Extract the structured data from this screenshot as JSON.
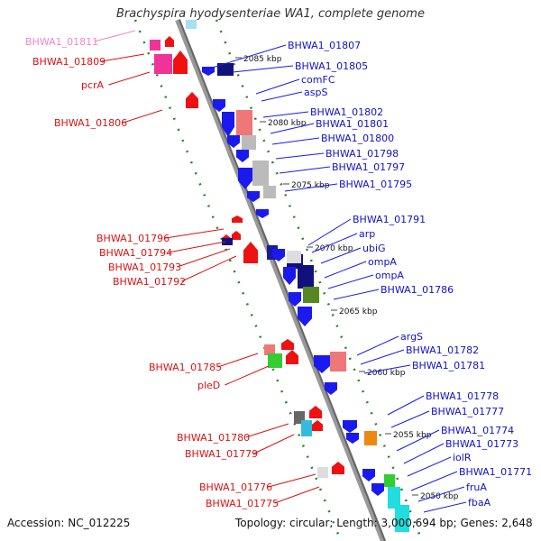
{
  "title": "Brachyspira hyodysenteriae WA1, complete genome",
  "accession": "Accession: NC_012225",
  "topology": "Topology: circular; Length: 3,000,694 bp; Genes: 2,648",
  "colors": {
    "forward": "#ee1111",
    "reverse": "#1a1aee",
    "forward_faint": "#ee88cc",
    "backbone": "#888888"
  },
  "kbp_marks": [
    "2085 kbp",
    "2080 kbp",
    "2075 kbp",
    "2070 kbp",
    "2065 kbp",
    "2060 kbp",
    "2055 kbp",
    "2050 kbp"
  ],
  "left_labels": [
    {
      "text": "BHWA1_01811",
      "color": "#ee88cc"
    },
    {
      "text": "BHWA1_01809",
      "color": "#dd1111"
    },
    {
      "text": "pcrA",
      "color": "#dd1111"
    },
    {
      "text": "BHWA1_01806",
      "color": "#dd1111"
    },
    {
      "text": "BHWA1_01796",
      "color": "#dd1111"
    },
    {
      "text": "BHWA1_01794",
      "color": "#dd1111"
    },
    {
      "text": "BHWA1_01793",
      "color": "#dd1111"
    },
    {
      "text": "BHWA1_01792",
      "color": "#dd1111"
    },
    {
      "text": "BHWA1_01785",
      "color": "#dd1111"
    },
    {
      "text": "pleD",
      "color": "#dd1111"
    },
    {
      "text": "BHWA1_01780",
      "color": "#dd1111"
    },
    {
      "text": "BHWA1_01779",
      "color": "#dd1111"
    },
    {
      "text": "BHWA1_01776",
      "color": "#dd1111"
    },
    {
      "text": "BHWA1_01775",
      "color": "#dd1111"
    }
  ],
  "right_labels": [
    "BHWA1_01807",
    "BHWA1_01805",
    "comFC",
    "aspS",
    "BHWA1_01802",
    "BHWA1_01801",
    "BHWA1_01800",
    "BHWA1_01798",
    "BHWA1_01797",
    "BHWA1_01795",
    "BHWA1_01791",
    "arp",
    "ubiG",
    "ompA",
    "ompA",
    "BHWA1_01786",
    "argS",
    "BHWA1_01782",
    "BHWA1_01781",
    "BHWA1_01778",
    "BHWA1_01777",
    "BHWA1_01774",
    "BHWA1_01773",
    "iolR",
    "BHWA1_01771",
    "fruA",
    "fbaA"
  ]
}
